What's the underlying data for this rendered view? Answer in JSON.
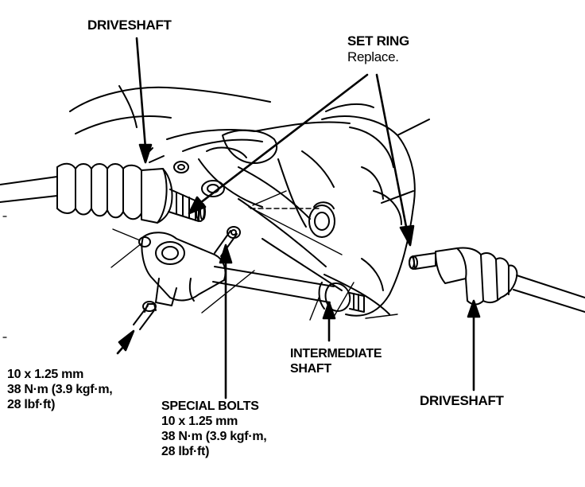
{
  "labels": {
    "driveshaft_left": "DRIVESHAFT",
    "set_ring": {
      "title": "SET RING",
      "note": "Replace."
    },
    "torque_left": {
      "line1": "10 x 1.25 mm",
      "line2": "38 N·m (3.9 kgf·m,",
      "line3": "28 lbf·ft)"
    },
    "special_bolts": {
      "title": "SPECIAL BOLTS",
      "line1": "10 x 1.25 mm",
      "line2": "38 N·m (3.9 kgf·m,",
      "line3": "28 lbf·ft)"
    },
    "intermediate_shaft": {
      "line1": "INTERMEDIATE",
      "line2": "SHAFT"
    },
    "driveshaft_right": "DRIVESHAFT"
  },
  "colors": {
    "ink": "#000000",
    "paper": "#ffffff"
  }
}
